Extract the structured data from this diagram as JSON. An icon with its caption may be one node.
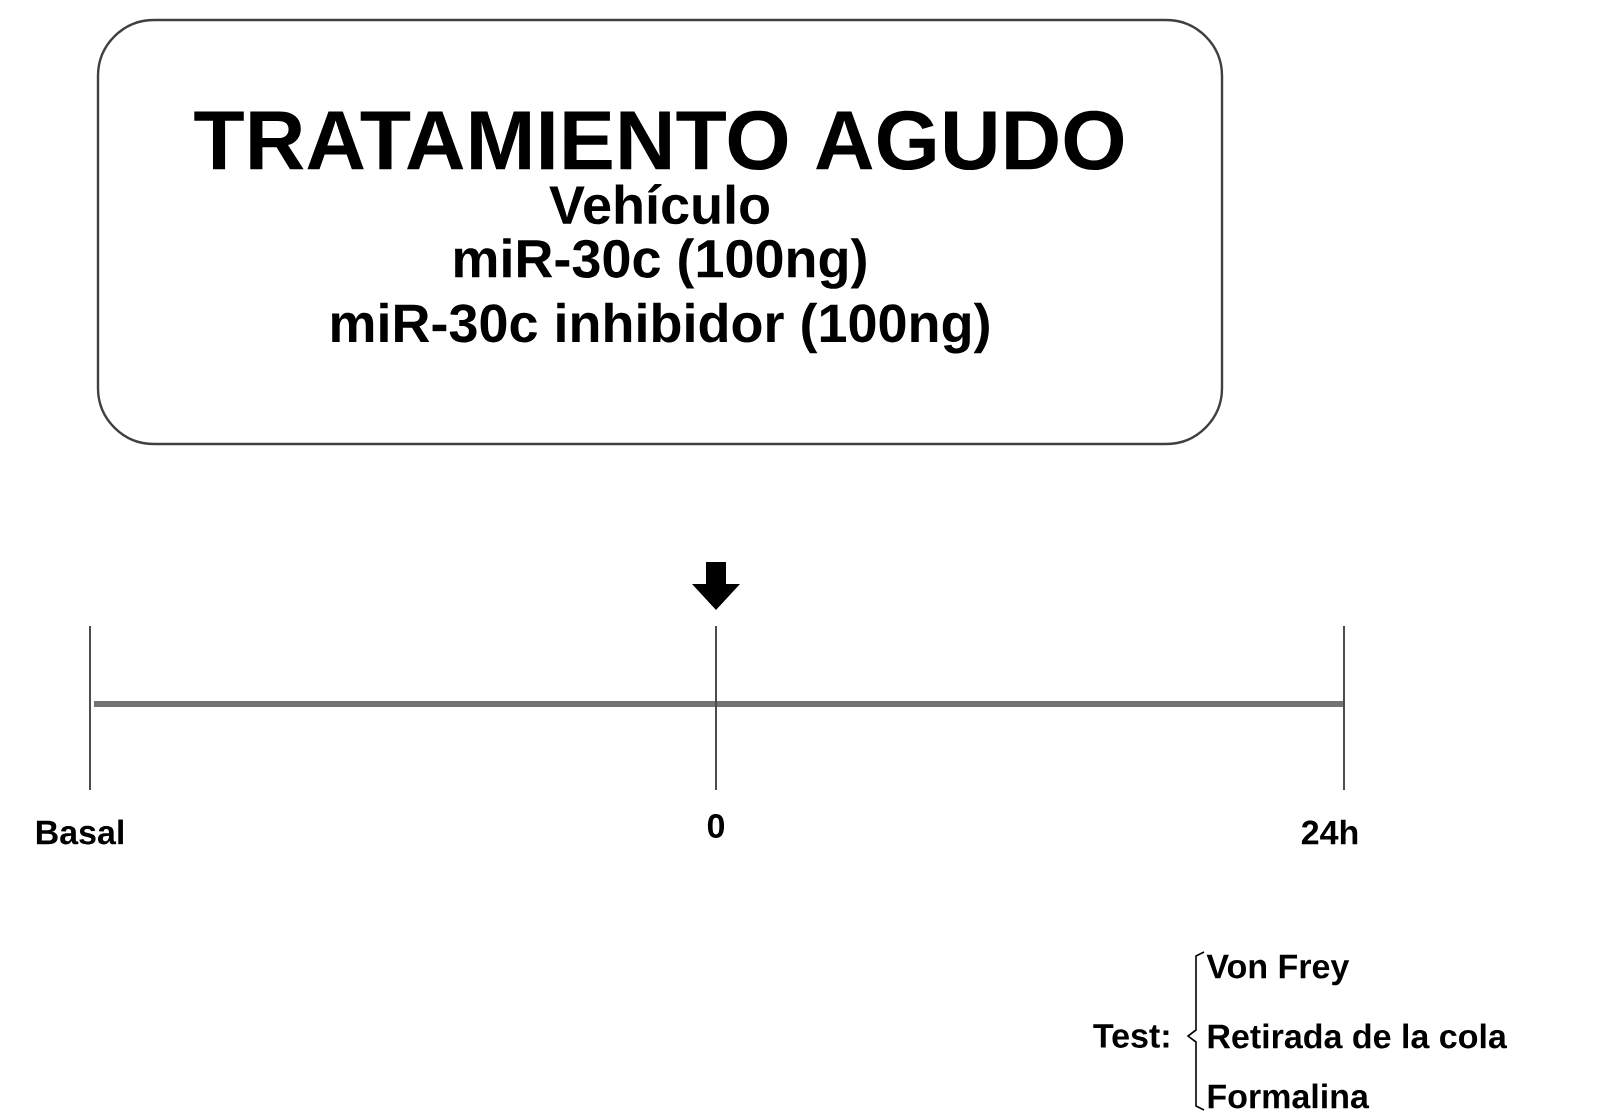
{
  "diagram": {
    "nodes": [
      {
        "text": [
          "TRATAMIENTO AGUDO",
          "Vehículo",
          "miR-30c (100ng)",
          "miR-30c inhibidor (100ng)"
        ]
      }
    ],
    "labels": [
      "Basal",
      "0",
      "24h",
      "Test:",
      "Von Frey",
      "Retirada de la cola",
      "Formalina"
    ]
  }
}
